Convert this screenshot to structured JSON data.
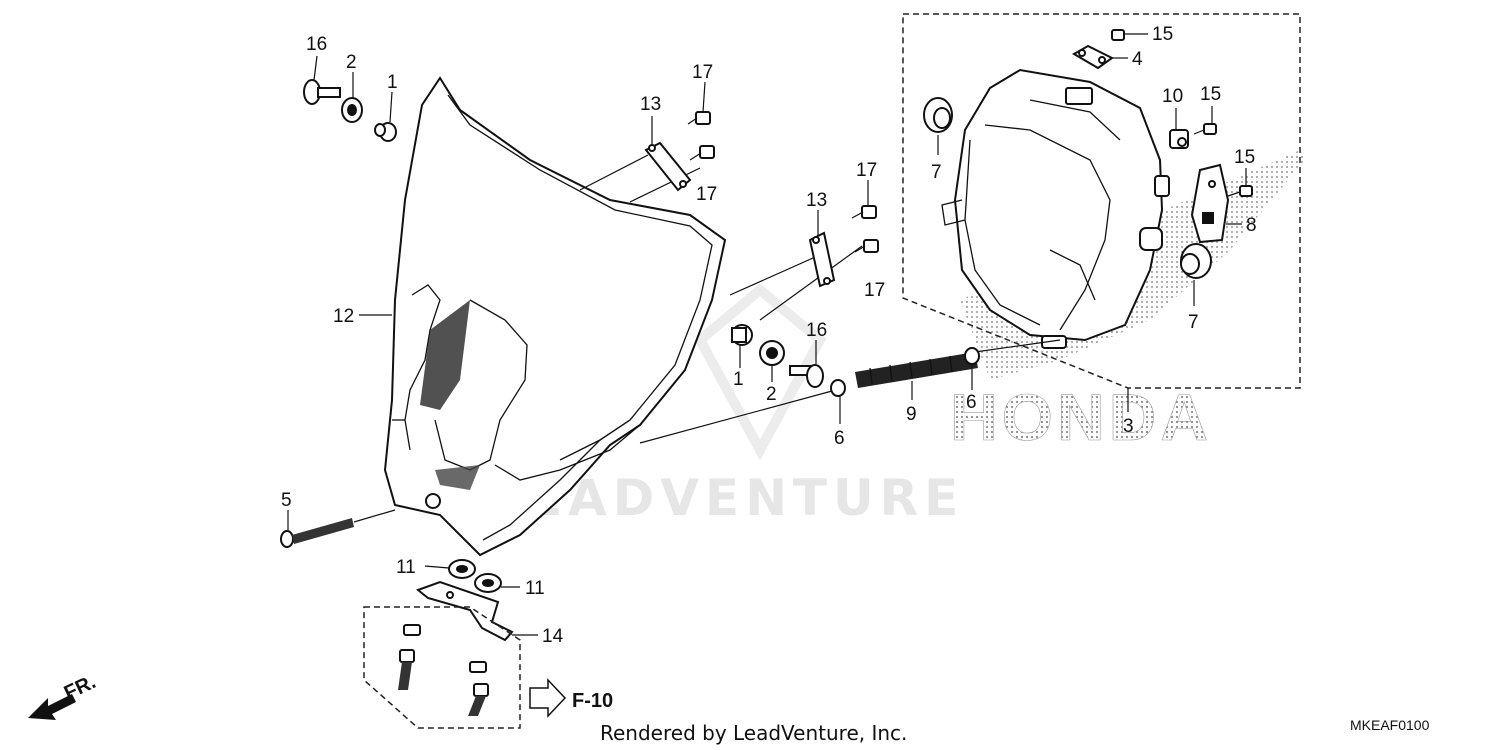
{
  "callouts": {
    "c16a": "16",
    "c2a": "2",
    "c1a": "1",
    "c13a": "13",
    "c17a": "17",
    "c17b": "17",
    "c13b": "13",
    "c17c": "17",
    "c17d": "17",
    "c12": "12",
    "c16b": "16",
    "c1b": "1",
    "c2b": "2",
    "c6a": "6",
    "c9": "9",
    "c6b": "6",
    "c3": "3",
    "c5": "5",
    "c11a": "11",
    "c11b": "11",
    "c14": "14",
    "c15a": "15",
    "c4": "4",
    "c7a": "7",
    "c10": "10",
    "c15b": "15",
    "c15c": "15",
    "c8": "8",
    "c7b": "7"
  },
  "ref_label": "F-10",
  "direction_label": "FR.",
  "footer_text": "Rendered by LeadVenture, Inc.",
  "diagram_code": "MKEAF0100",
  "watermark": "LEADVENTURE",
  "brand_watermark": "HONDA"
}
